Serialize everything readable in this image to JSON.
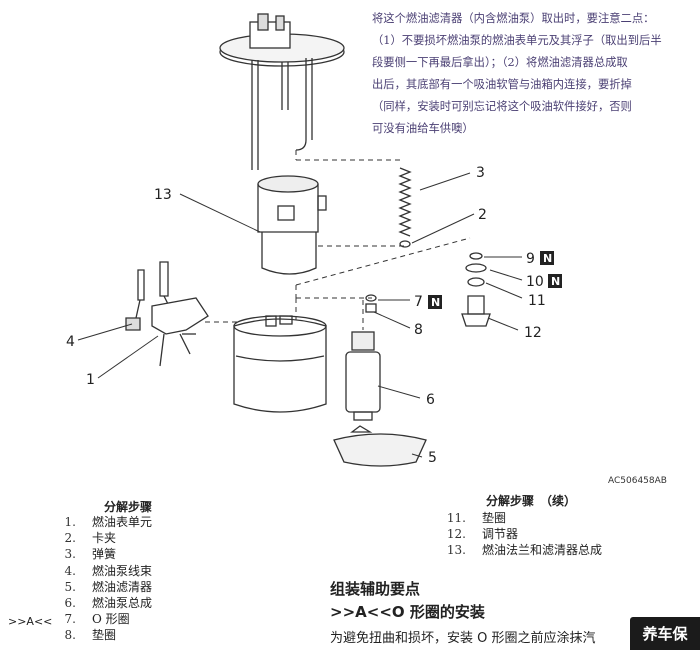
{
  "note": {
    "lines": [
      "将这个燃油滤清器（内含燃油泵）取出时，要注意二点：",
      "（1）不要损坏燃油泵的燃油表单元及其浮子（取出到后半",
      "段要侧一下再最后拿出）；（2）将燃油滤清器总成取",
      "出后，其底部有一个吸油软管与油箱内连接，要折掉",
      "（同样，安装时可别忘记将这个吸油软件接好，否则",
      "可没有油给车供噢）"
    ]
  },
  "diagram": {
    "code": "AC506458AB",
    "callouts": [
      "13",
      "3",
      "2",
      "9",
      "10",
      "11",
      "7",
      "8",
      "12",
      "4",
      "1",
      "6",
      "5"
    ],
    "n_badge": "N"
  },
  "steps_left": {
    "title": "分解步骤",
    "items": [
      {
        "num": "1.",
        "label": "燃油表单元"
      },
      {
        "num": "2.",
        "label": "卡夹"
      },
      {
        "num": "3.",
        "label": "弹簧"
      },
      {
        "num": "4.",
        "label": "燃油泵线束"
      },
      {
        "num": "5.",
        "label": "燃油滤清器"
      },
      {
        "num": "6.",
        "label": "燃油泵总成"
      },
      {
        "num": "7.",
        "label": "O 形圈"
      },
      {
        "num": "8.",
        "label": "垫圈"
      }
    ]
  },
  "steps_right": {
    "title": "分解步骤　（续）",
    "items": [
      {
        "num": "11.",
        "label": "垫圈"
      },
      {
        "num": "12.",
        "label": "调节器"
      },
      {
        "num": "13.",
        "label": "燃油法兰和滤清器总成"
      }
    ]
  },
  "assembly": {
    "heading": "组装辅助要点",
    "subheading": ">>A<<O 形圈的安装",
    "text": "为避免扭曲和损坏，安装 O 形圈之前应涂抹汽",
    "marker": ">>A<<"
  },
  "watermark": "养车保"
}
